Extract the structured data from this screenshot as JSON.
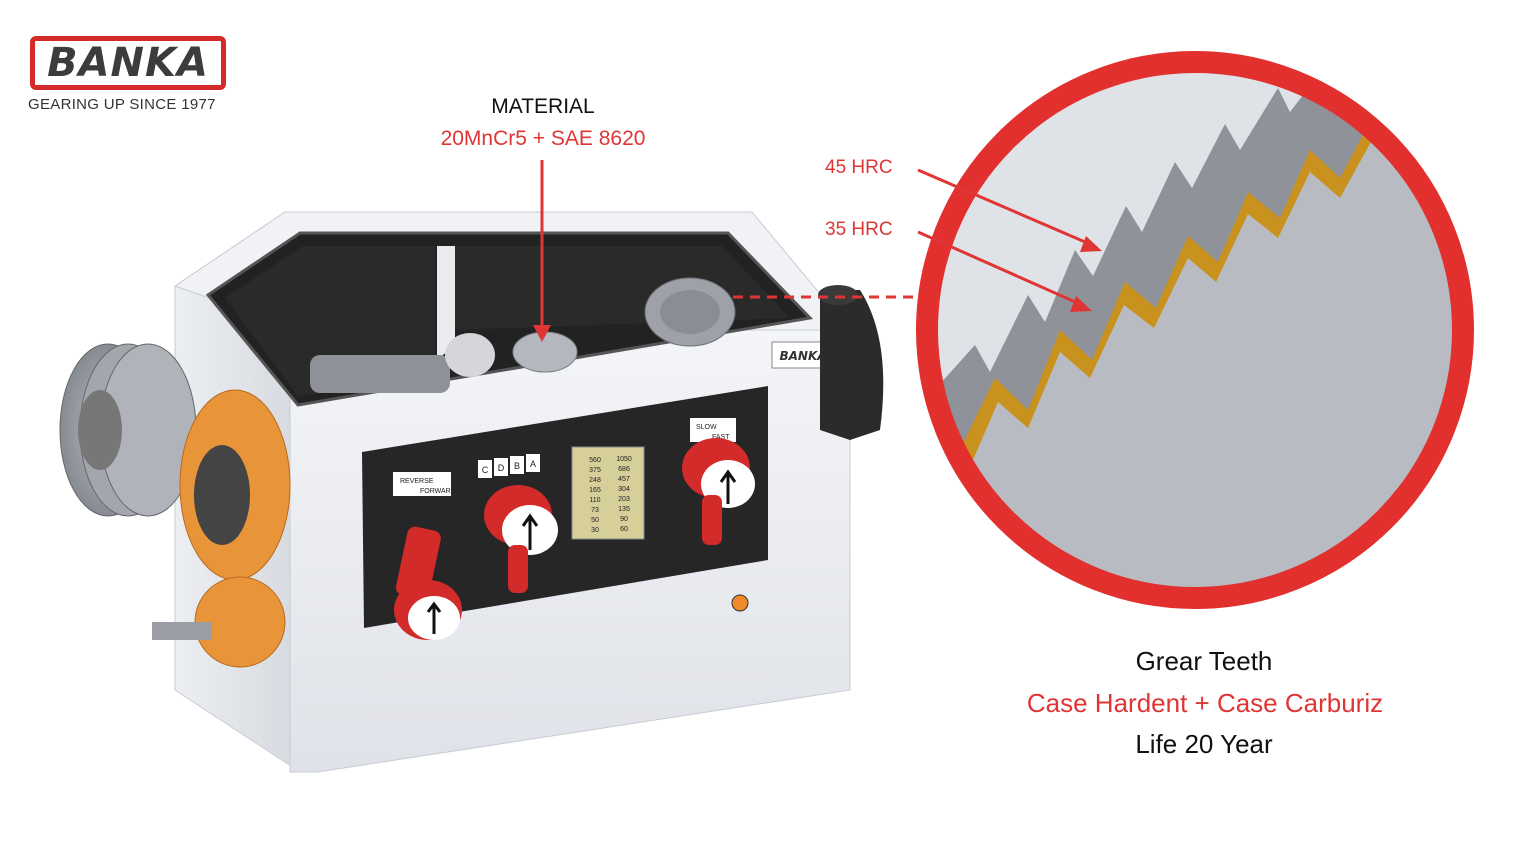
{
  "logo": {
    "brand": "BANKA",
    "tagline": "GEARING UP SINCE 1977"
  },
  "material": {
    "title": "MATERIAL",
    "value": "20MnCr5 + SAE 8620"
  },
  "hardness": {
    "surface": "45 HRC",
    "core": "35 HRC"
  },
  "gear_teeth": {
    "title": "Grear Teeth",
    "treatment": "Case Hardent + Case Carburiz",
    "life": "Life 20 Year"
  },
  "gearbox_panel": {
    "nameplate": "BANKA",
    "direction_top": "REVERSE",
    "direction_bottom": "FORWARD",
    "range_letters": [
      "C",
      "D",
      "B",
      "A"
    ],
    "speed_top": "SLOW",
    "speed_bottom": "FAST",
    "speed_chart": [
      "560",
      "1050",
      "375",
      "686",
      "248",
      "457",
      "165",
      "304",
      "110",
      "203",
      "73",
      "135",
      "50",
      "90",
      "30",
      "60"
    ]
  },
  "colors": {
    "accent_red": "#e03535",
    "body_white": "#eef0f4",
    "panel_black": "#222222",
    "flange_orange": "#e8953a",
    "carburized_layer": "#c9921e"
  }
}
